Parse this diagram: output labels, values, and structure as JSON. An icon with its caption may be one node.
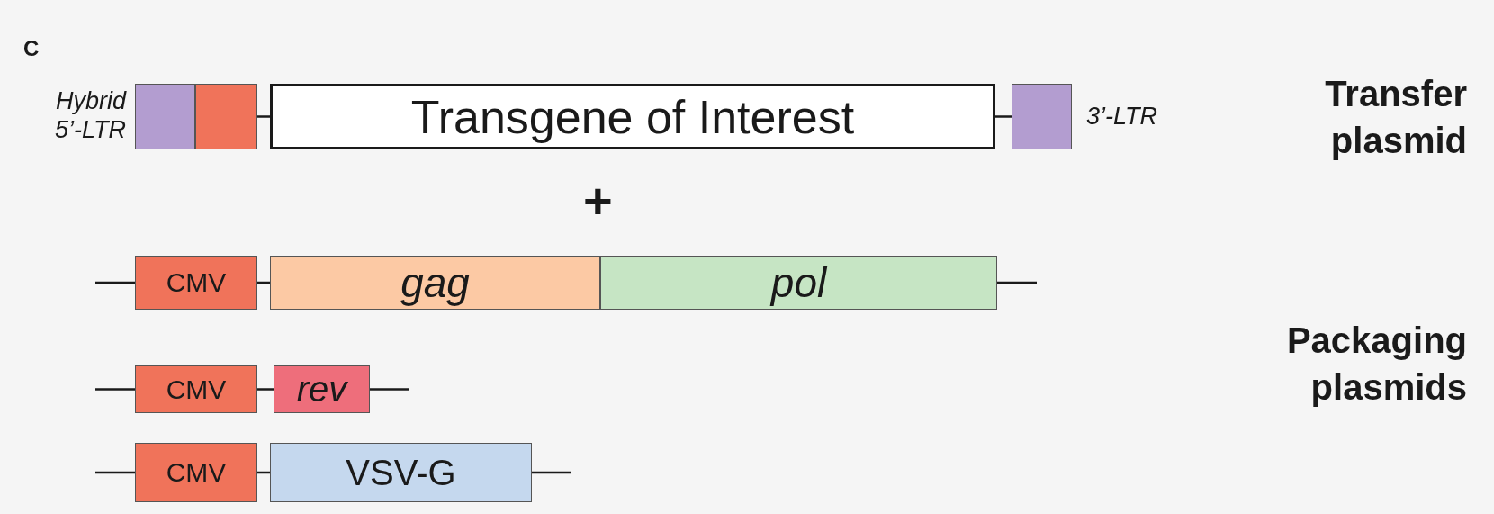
{
  "diagram": {
    "nodes": [
      {
        "text": [],
        "shape": "box",
        "beside": [
          "Hybrid 5’-LTR"
        ]
      },
      {
        "text": [],
        "shape": "box"
      },
      {
        "text": [
          "Transgene of Interest"
        ]
      },
      {
        "text": [],
        "shape": "box",
        "beside": [
          "3’-LTR"
        ]
      },
      {
        "text": [
          "CMV"
        ]
      },
      {
        "text": [
          "gag"
        ]
      },
      {
        "text": [
          "pol"
        ]
      },
      {
        "text": [
          "CMV"
        ]
      },
      {
        "text": [
          "rev"
        ]
      },
      {
        "text": [
          "CMV"
        ]
      },
      {
        "text": [
          "VSV-G"
        ]
      }
    ],
    "edges": [
      {
        "from": 1,
        "to": 2,
        "arrow": "none"
      },
      {
        "from": 2,
        "to": 3,
        "arrow": "none"
      },
      {
        "from": null,
        "to": 4,
        "arrow": "none"
      },
      {
        "from": 4,
        "to": 5,
        "arrow": "none"
      },
      {
        "from": 6,
        "to": null,
        "arrow": "none"
      },
      {
        "from": null,
        "to": 7,
        "arrow": "none"
      },
      {
        "from": 7,
        "to": 8,
        "arrow": "none"
      },
      {
        "from": 8,
        "to": null,
        "arrow": "none"
      },
      {
        "from": null,
        "to": 9,
        "arrow": "none"
      },
      {
        "from": 9,
        "to": 10,
        "arrow": "none"
      },
      {
        "from": 10,
        "to": null,
        "arrow": "none"
      }
    ],
    "labels": [
      "C",
      "+",
      "Transfer plasmid",
      "Packaging plasmids"
    ]
  }
}
